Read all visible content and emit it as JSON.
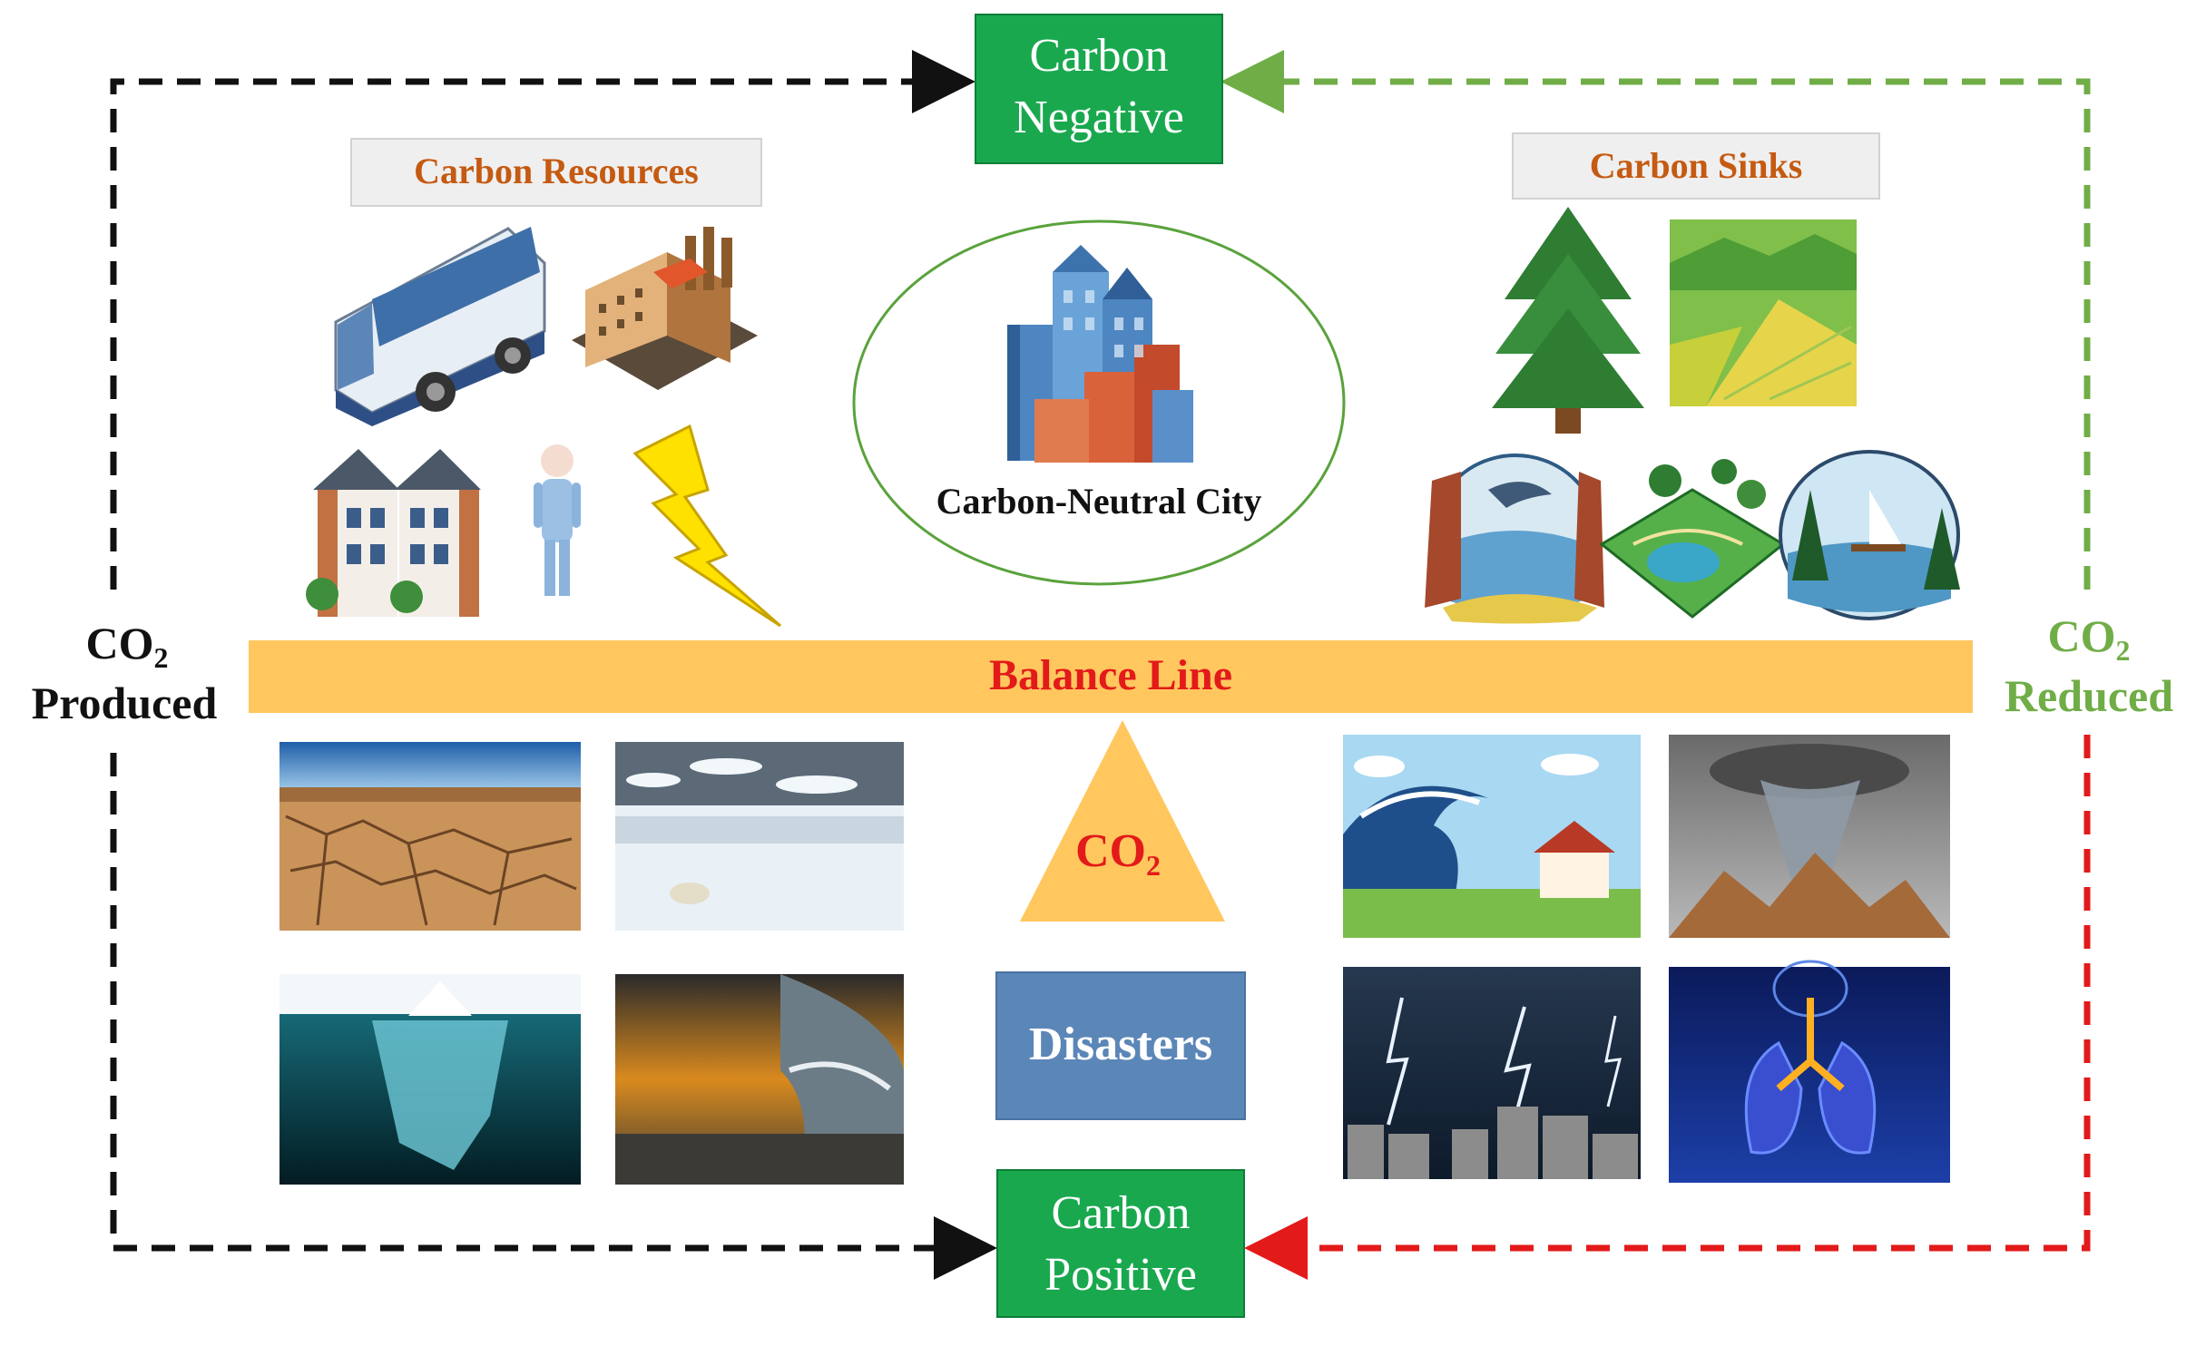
{
  "nodes": {
    "carbon_negative": [
      "Carbon",
      "Negative"
    ],
    "carbon_positive": [
      "Carbon",
      "Positive"
    ],
    "carbon_resources": "Carbon Resources",
    "carbon_sinks": "Carbon Sinks",
    "city": "Carbon-Neutral City",
    "balance_line": "Balance Line",
    "co2_triangle": {
      "base": "CO",
      "sub": "2"
    },
    "disasters": "Disasters"
  },
  "side_labels": {
    "left": {
      "base": "CO",
      "sub": "2",
      "word": "Produced"
    },
    "right": {
      "base": "CO",
      "sub": "2",
      "word": "Reduced"
    }
  },
  "icons": {
    "resources": [
      "bus-icon",
      "factory-icon",
      "houses-icon",
      "person-icon",
      "lightning-icon"
    ],
    "sinks": [
      "pine-tree-icon",
      "farmland-icon",
      "ocean-icon",
      "wetland-park-icon",
      "lake-forest-icon"
    ],
    "disasters": [
      "drought-image",
      "melting-ice-image",
      "iceberg-image",
      "tsunami-image",
      "flood-image",
      "tornado-image",
      "lightning-storm-image",
      "lung-disease-image"
    ]
  },
  "colors": {
    "green_box": "#1aa84f",
    "balance_bar": "#ffc75e",
    "orange_text": "#c55a11",
    "red_text": "#e31a1a",
    "produced_arrow": "#111111",
    "reduced_arrow_top": "#70ad47",
    "reduced_arrow_bottom": "#e31a1a",
    "disasters_box": "#5b86b8",
    "co2_triangle": "#ffc75e"
  }
}
